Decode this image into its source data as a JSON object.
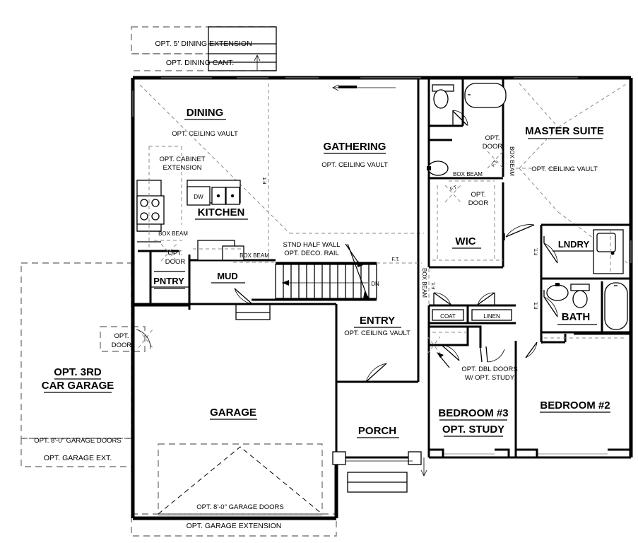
{
  "document": {
    "type": "architectural-floor-plan",
    "title": "Main Floor Plan"
  },
  "rooms": [
    {
      "id": "dining",
      "label": "DINING",
      "note": "OPT. CEILING VAULT"
    },
    {
      "id": "kitchen",
      "label": "KITCHEN",
      "note": ""
    },
    {
      "id": "gathering",
      "label": "GATHERING",
      "note": "OPT. CEILING VAULT"
    },
    {
      "id": "master-suite",
      "label": "MASTER SUITE",
      "note": "OPT. CEILING VAULT"
    },
    {
      "id": "wic",
      "label": "WIC",
      "note": ""
    },
    {
      "id": "lndry",
      "label": "LNDRY",
      "note": ""
    },
    {
      "id": "bath",
      "label": "BATH",
      "note": ""
    },
    {
      "id": "pntry",
      "label": "PNTRY",
      "note": ""
    },
    {
      "id": "mud",
      "label": "MUD",
      "note": ""
    },
    {
      "id": "entry",
      "label": "ENTRY",
      "note": "OPT. CEILING VAULT"
    },
    {
      "id": "garage",
      "label": "GARAGE",
      "note": ""
    },
    {
      "id": "porch",
      "label": "PORCH",
      "note": ""
    },
    {
      "id": "bedroom3",
      "label": "BEDROOM #3",
      "note": "OPT. STUDY"
    },
    {
      "id": "bedroom2",
      "label": "BEDROOM #2",
      "note": ""
    },
    {
      "id": "opt-3rd-car-garage",
      "label_line1": "OPT. 3RD",
      "label_line2": "CAR GARAGE"
    }
  ],
  "labels": {
    "dining": "DINING",
    "kitchen": "KITCHEN",
    "gathering": "GATHERING",
    "master_suite": "MASTER SUITE",
    "wic": "WIC",
    "lndry": "LNDRY",
    "bath": "BATH",
    "pntry": "PNTRY",
    "mud": "MUD",
    "entry": "ENTRY",
    "garage": "GARAGE",
    "porch": "PORCH",
    "bedroom3": "BEDROOM #3",
    "bedroom3_alt": "OPT. STUDY",
    "bedroom2": "BEDROOM #2",
    "opt_garage_l1": "OPT. 3RD",
    "opt_garage_l2": "CAR GARAGE",
    "ceiling_vault": "OPT. CEILING VAULT",
    "dw": "DW",
    "coat": "COAT",
    "linen": "LINEN",
    "dn": "DN"
  },
  "annotations": {
    "opt_dining_extension": "OPT. 5' DINING EXTENSION",
    "opt_dining_cant": "OPT. DINING CANT.",
    "opt_cabinet_ext_l1": "OPT. CABINET",
    "opt_cabinet_ext_l2": "EXTENSION",
    "box_beam": "BOX BEAM",
    "opt_door_l1": "OPT.",
    "opt_door_l2": "DOOR",
    "stnd_half_wall": "STND HALF WALL",
    "opt_deco_rail": "OPT. DECO. RAIL",
    "opt_dbl_doors_l1": "OPT. DBL DOORS",
    "opt_dbl_doors_l2": "W/ OPT. STUDY",
    "opt_8_garage_doors": "OPT. 8'-0\" GARAGE DOORS",
    "opt_garage_ext": "OPT. GARAGE EXT.",
    "opt_garage_extension": "OPT. GARAGE EXTENSION",
    "ft": "F.T."
  },
  "colors": {
    "wall": "#000000",
    "background": "#ffffff",
    "dashed_option": "#7d7d7d",
    "fixture_outline": "#000000",
    "glazing": "#9a9a9a"
  }
}
